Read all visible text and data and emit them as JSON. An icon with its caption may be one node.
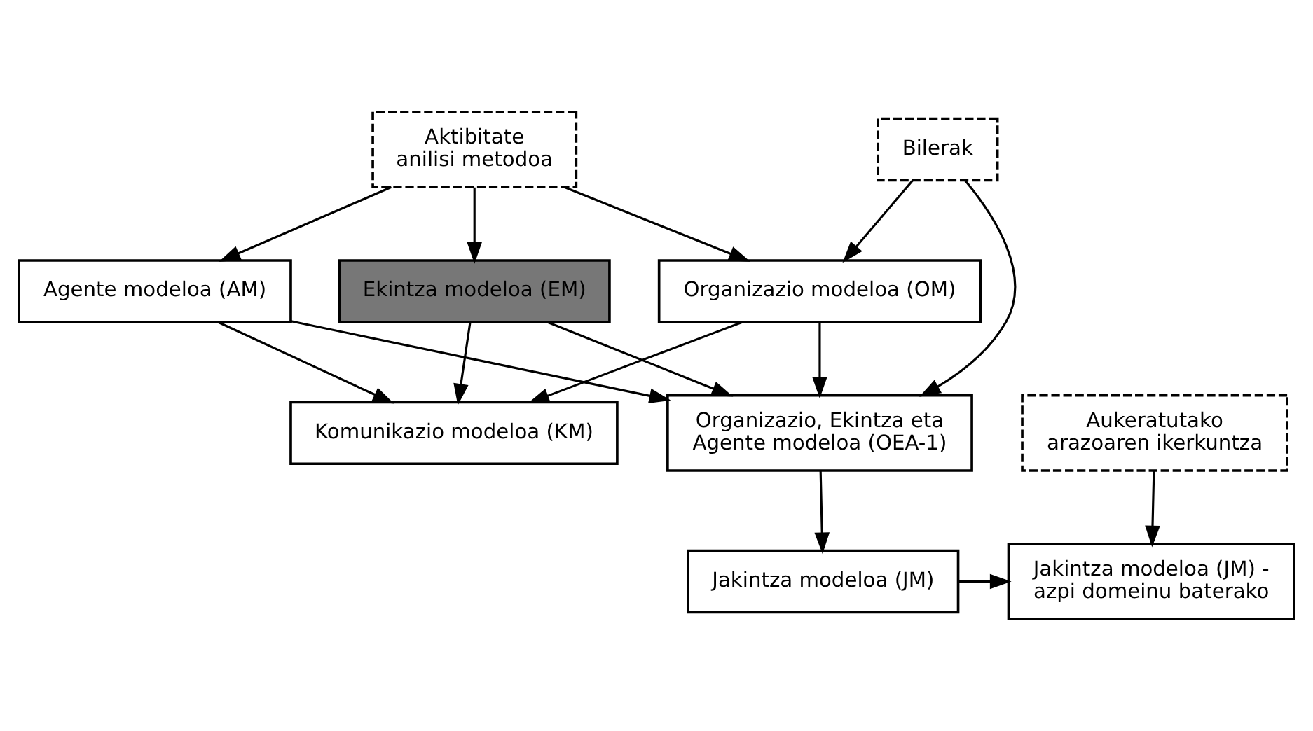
{
  "diagram": {
    "nodes": [
      {
        "text": [
          "Aktibitate anilisi metodoa"
        ]
      },
      {
        "text": [
          "Bilerak"
        ]
      },
      {
        "text": [
          "Organizazio modeloa (OM)"
        ]
      },
      {
        "text": [
          "Ekintza modeloa (EM)"
        ]
      },
      {
        "text": [
          "Agente modeloa (AM)"
        ]
      },
      {
        "text": [
          "Komunikazio modeloa (KM)"
        ]
      },
      {
        "text": [
          "Organizazio, Ekintza eta Agente modeloa (OEA-1)"
        ]
      },
      {
        "text": [
          "Aukeratutako arazoaren ikerkuntza"
        ]
      },
      {
        "text": [
          "Jakintza modeloa (JM)"
        ]
      },
      {
        "text": [
          "Jakintza modeloa (JM) - azpi domeinu baterako"
        ]
      }
    ],
    "edges": [
      {
        "from": 0,
        "to": 2,
        "arrow": "to"
      },
      {
        "from": 0,
        "to": 3,
        "arrow": "to"
      },
      {
        "from": 0,
        "to": 4,
        "arrow": "to"
      },
      {
        "from": 1,
        "to": 2,
        "arrow": "to"
      },
      {
        "from": 1,
        "to": 6,
        "arrow": "to"
      },
      {
        "from": 2,
        "to": 5,
        "arrow": "to"
      },
      {
        "from": 2,
        "to": 6,
        "arrow": "to"
      },
      {
        "from": 3,
        "to": 5,
        "arrow": "to"
      },
      {
        "from": 3,
        "to": 6,
        "arrow": "to"
      },
      {
        "from": 4,
        "to": 5,
        "arrow": "to"
      },
      {
        "from": 4,
        "to": 6,
        "arrow": "to"
      },
      {
        "from": 6,
        "to": 8,
        "arrow": "to"
      },
      {
        "from": 7,
        "to": 9,
        "arrow": "to"
      },
      {
        "from": 8,
        "to": 9,
        "arrow": "to"
      }
    ]
  }
}
